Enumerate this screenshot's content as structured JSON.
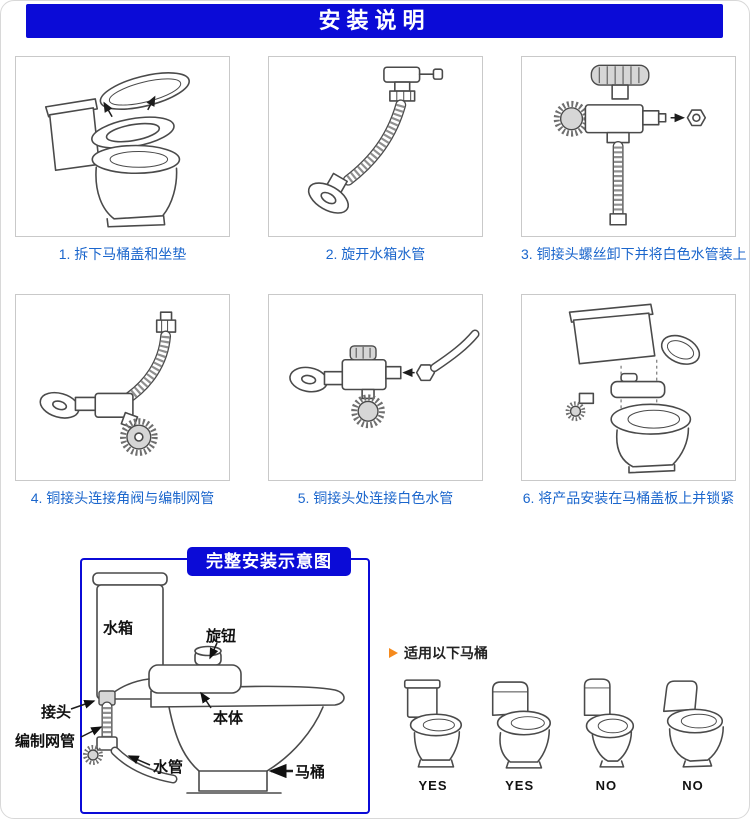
{
  "colors": {
    "header_bg": "#0b0bd7",
    "caption_text": "#1b66cc",
    "bullet": "#f58a1d"
  },
  "header": {
    "title": "安装说明"
  },
  "steps": [
    {
      "caption": "1. 拆下马桶盖和坐垫"
    },
    {
      "caption": "2. 旋开水箱水管"
    },
    {
      "caption": "3. 铜接头螺丝卸下并将白色水管装上"
    },
    {
      "caption": "4. 铜接头连接角阀与编制网管"
    },
    {
      "caption": "5. 铜接头处连接白色水管"
    },
    {
      "caption": "6. 将产品安装在马桶盖板上并锁紧"
    }
  ],
  "diagram": {
    "title": "完整安装示意图",
    "labels": {
      "water_tank": "水箱",
      "knob": "旋钮",
      "connector": "接头",
      "braided_hose": "编制网管",
      "main_body": "本体",
      "water_pipe": "水管",
      "toilet": "马桶"
    }
  },
  "compatibility": {
    "title": "适用以下马桶",
    "items": [
      {
        "verdict": "YES"
      },
      {
        "verdict": "YES"
      },
      {
        "verdict": "NO"
      },
      {
        "verdict": "NO"
      }
    ]
  }
}
